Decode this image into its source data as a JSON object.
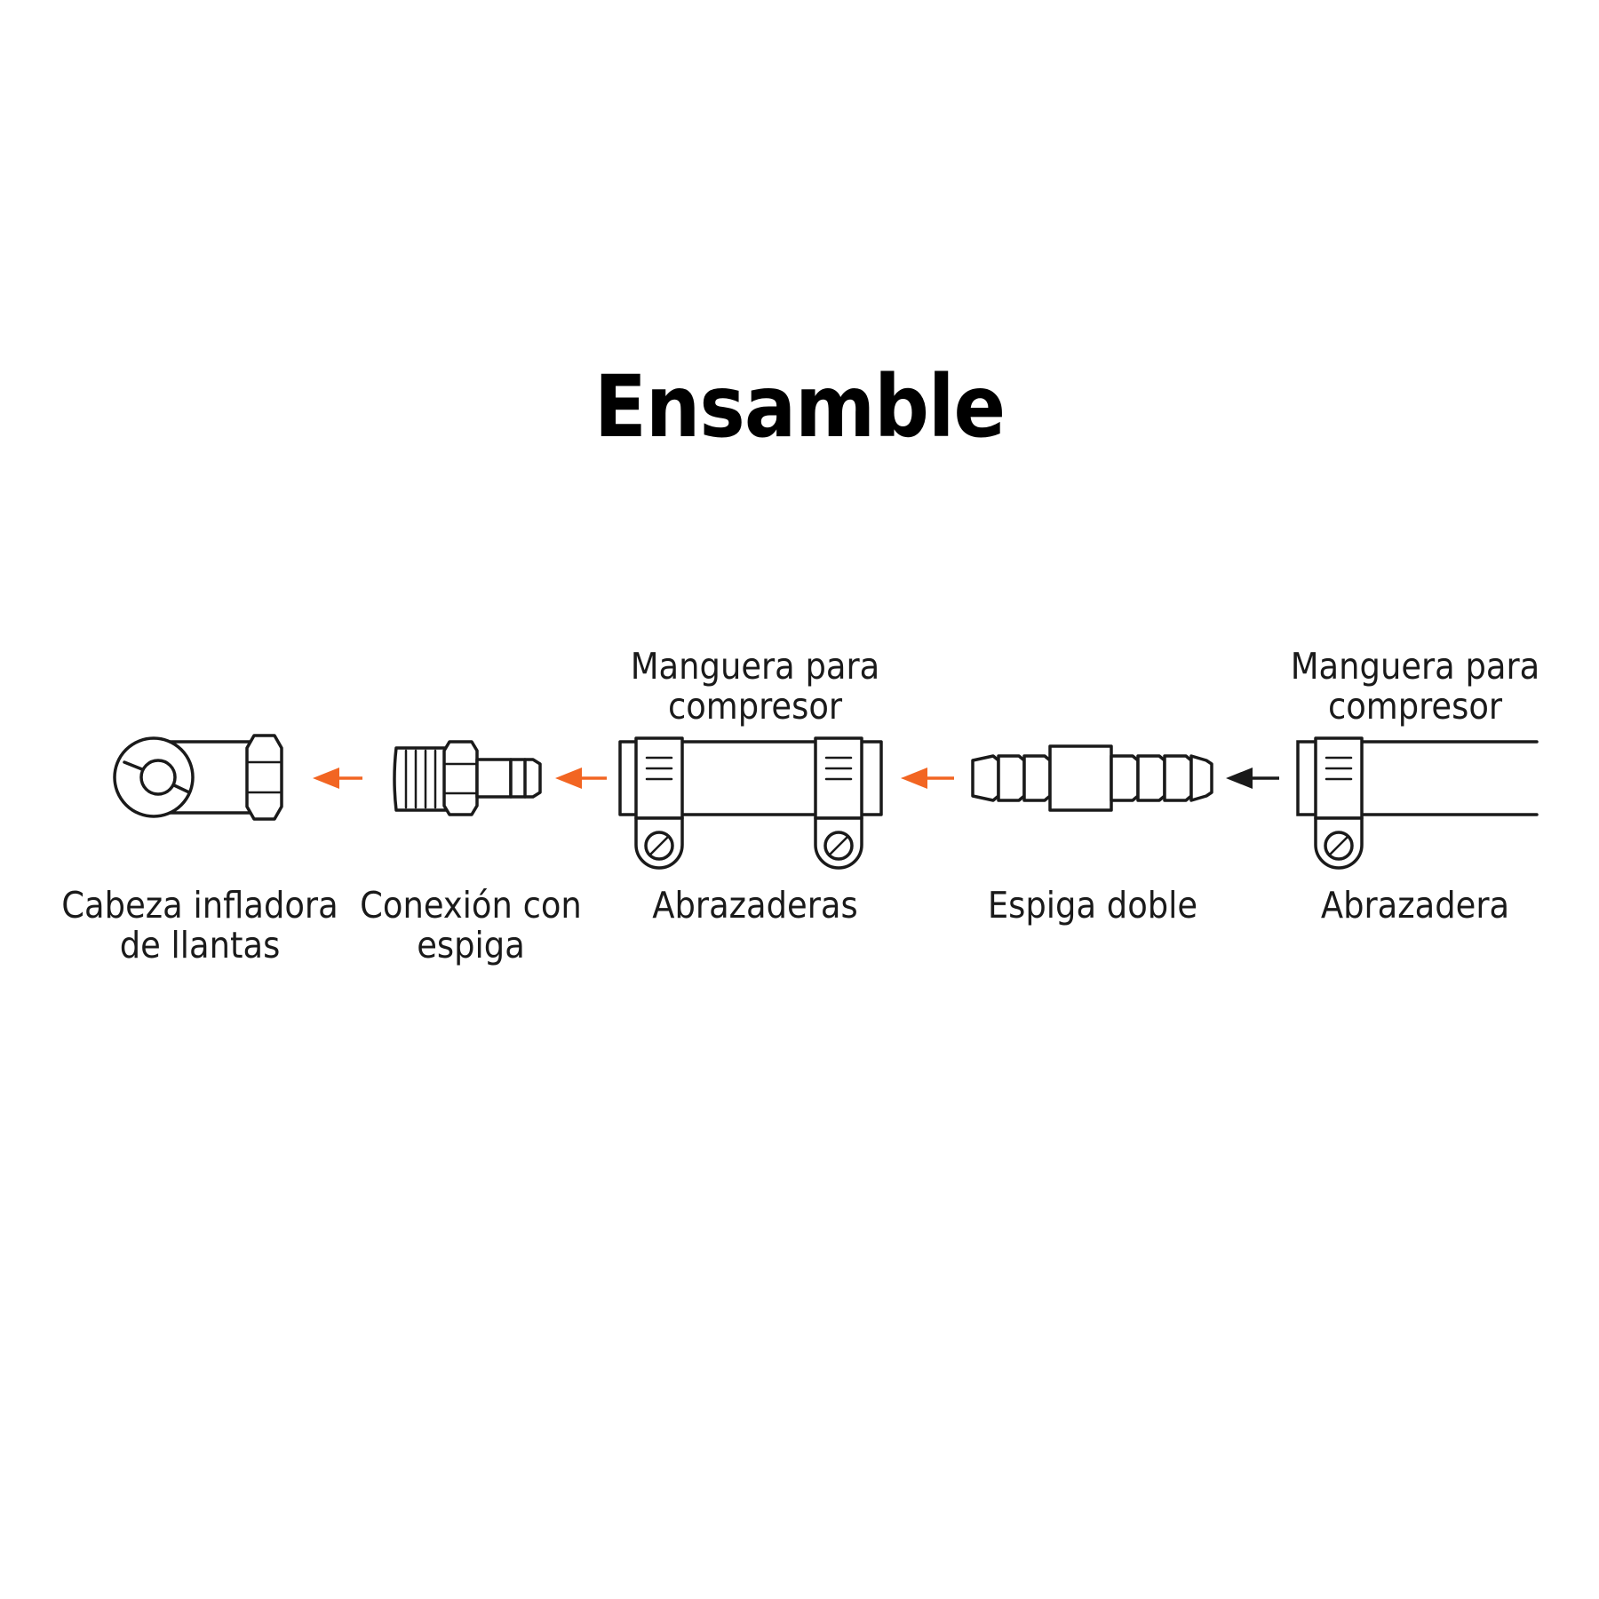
{
  "title": "Ensamble",
  "top_labels": {
    "hose_1": [
      "Manguera para",
      "compresor"
    ],
    "hose_2": [
      "Manguera para",
      "compresor"
    ]
  },
  "bottom_labels": {
    "tire_inflator_head": [
      "Cabeza infladora",
      "de llantas"
    ],
    "barbed_connector": [
      "Conexión con",
      "espiga"
    ],
    "clamps": [
      "Abrazaderas"
    ],
    "double_barb": [
      "Espiga doble"
    ],
    "clamp": [
      "Abrazadera"
    ]
  },
  "colors": {
    "arrow_accent": "#f26522",
    "arrow_dark": "#1a1a1a",
    "line": "#1a1a1a"
  },
  "icons": [
    "tire-inflator-head-icon",
    "barbed-connector-icon",
    "hose-with-clamps-icon",
    "double-barb-icon",
    "hose-with-clamp-icon"
  ]
}
